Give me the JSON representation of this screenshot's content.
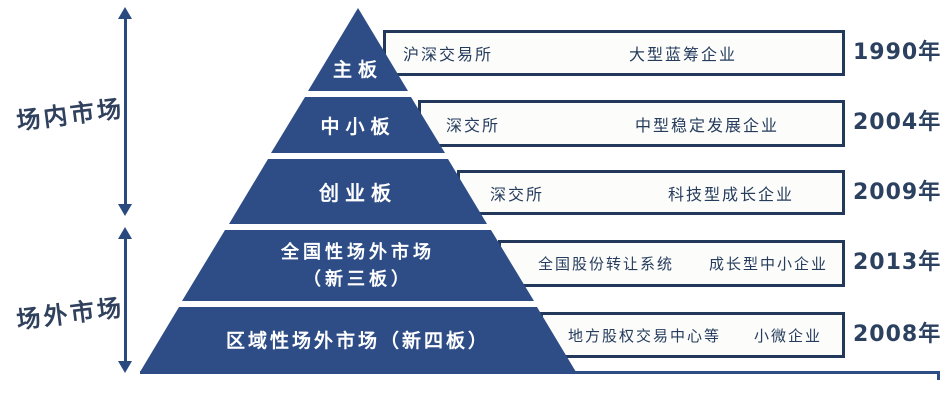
{
  "diagram_subject": "China multi-level capital market pyramid",
  "colors": {
    "pyramid_blue": "#2e4d86",
    "box_border_navy": "#22395c",
    "dark_text": "#253c5c",
    "arrow_blue": "#2a4a7f"
  },
  "side_labels": {
    "on_exchange": "场内市场",
    "otc": "场外市场"
  },
  "tiers": [
    {
      "board": "主板",
      "institution": "沪深交易所",
      "companies": "大型蓝筹企业",
      "year": "1990年"
    },
    {
      "board": "中小板",
      "institution": "深交所",
      "companies": "中型稳定发展企业",
      "year": "2004年"
    },
    {
      "board": "创业板",
      "institution": "深交所",
      "companies": "科技型成长企业",
      "year": "2009年"
    },
    {
      "board_line1": "全国性场外市场",
      "board_line2": "（新三板）",
      "institution": "全国股份转让系统",
      "companies": "成长型中小企业",
      "year": "2013年"
    },
    {
      "board": "区域性场外市场（新四板）",
      "institution": "地方股权交易中心等",
      "companies": "小微企业",
      "year": "2008年"
    }
  ]
}
